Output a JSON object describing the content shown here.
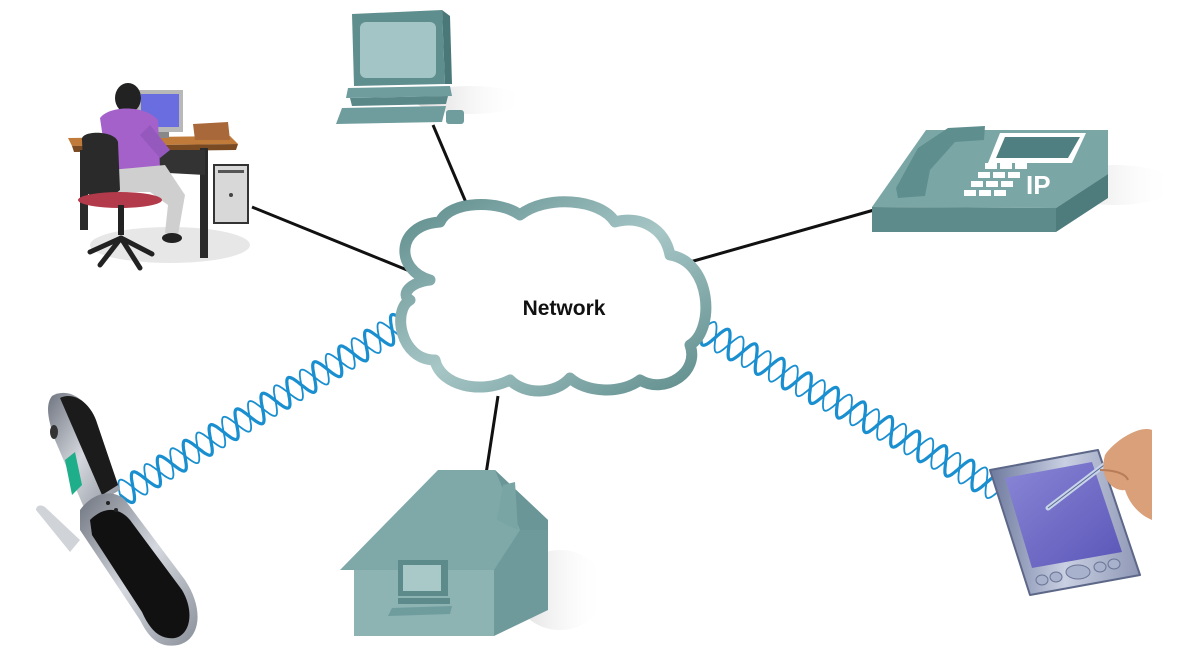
{
  "diagram": {
    "type": "network-topology",
    "center": {
      "id": "network",
      "label": "Network",
      "shape": "cloud"
    },
    "nodes": [
      {
        "id": "office-workstation",
        "label": "",
        "icon": "person-at-desktop-computer-icon",
        "position": "top-left"
      },
      {
        "id": "desktop-pc",
        "label": "",
        "icon": "desktop-computer-icon",
        "position": "top-center"
      },
      {
        "id": "ip-phone",
        "label": "IP",
        "icon": "ip-phone-icon",
        "position": "top-right"
      },
      {
        "id": "cell-phone",
        "label": "",
        "icon": "flip-cell-phone-icon",
        "position": "bottom-left"
      },
      {
        "id": "home",
        "label": "",
        "icon": "house-with-computer-icon",
        "position": "bottom-center"
      },
      {
        "id": "pda",
        "label": "",
        "icon": "pda-with-stylus-icon",
        "position": "bottom-right"
      }
    ],
    "links": [
      {
        "from": "office-workstation",
        "to": "network",
        "type": "wired"
      },
      {
        "from": "desktop-pc",
        "to": "network",
        "type": "wired"
      },
      {
        "from": "ip-phone",
        "to": "network",
        "type": "wired"
      },
      {
        "from": "home",
        "to": "network",
        "type": "wired"
      },
      {
        "from": "cell-phone",
        "to": "network",
        "type": "wireless"
      },
      {
        "from": "pda",
        "to": "network",
        "type": "wireless"
      }
    ],
    "colors": {
      "device_teal": "#6e9c9c",
      "device_teal_light": "#9fc3c3",
      "device_teal_dark": "#4f7f80",
      "wire": "#111111",
      "wireless": "#1a8fd0",
      "cloud_outline": "#6a9696"
    }
  }
}
